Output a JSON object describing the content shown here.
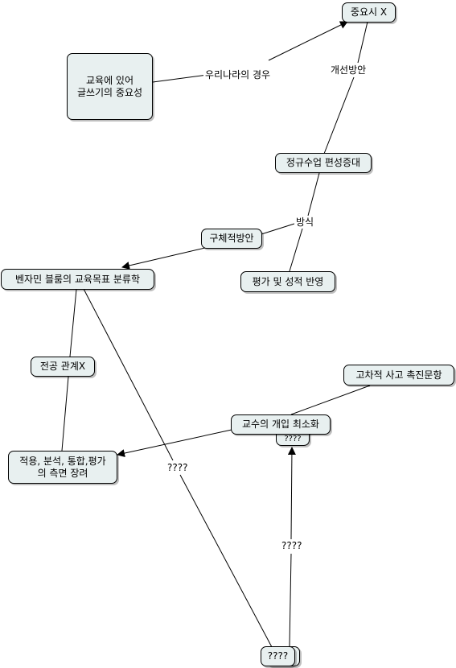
{
  "nodes": {
    "importance_x": "중요시 X",
    "writing_importance": "교육에 있어\n글쓰기의 중요성",
    "regular_class": "정규수업 편성증대",
    "concrete_plan": "구체적방안",
    "bloom": "벤자민 블룸의 교육목표 분류학",
    "evaluation": "평가 및 성적 반영",
    "major_x": "전공 관계X",
    "higher_order": "고차적 사고 촉진문항",
    "minimize_intervention": "교수의 개입 최소화",
    "hidden_under": "????",
    "apply_analyze": "적용, 분석, 통합,평가\n의 측면 장려",
    "unknown_bottom": "????"
  },
  "labels": {
    "korea_case": "우리나라의 경우",
    "improvement": "개선방안",
    "method": "방식",
    "q_left": "????",
    "q_right": "????"
  }
}
